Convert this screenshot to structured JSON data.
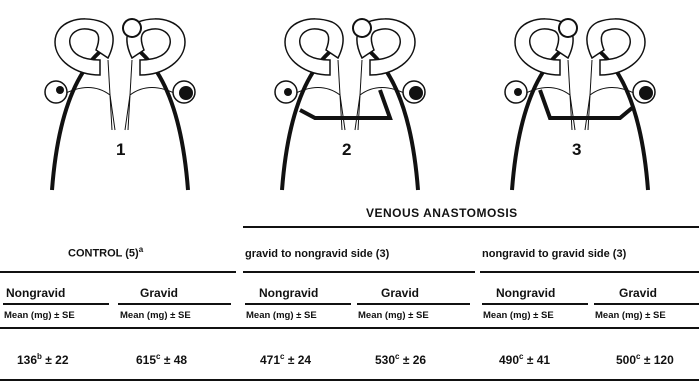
{
  "panels": [
    {
      "label": "1"
    },
    {
      "label": "2"
    },
    {
      "label": "3"
    }
  ],
  "table": {
    "venous_header": "VENOUS  ANASTOMOSIS",
    "control_header": {
      "text": "CONTROL (5)",
      "sup": "a"
    },
    "group2_header": "gravid to nongravid side (3)",
    "group3_header": "nongravid to gravid side (3)",
    "columns": [
      "Nongravid",
      "Gravid",
      "Nongravid",
      "Gravid",
      "Nongravid",
      "Gravid"
    ],
    "measure_label": "Mean (mg) ± SE",
    "cells": [
      {
        "value": "136",
        "sup": "b",
        "err": "± 22"
      },
      {
        "value": "615",
        "sup": "c",
        "err": "± 48"
      },
      {
        "value": "471",
        "sup": "c",
        "err": "± 24"
      },
      {
        "value": "530",
        "sup": "c",
        "err": "± 26"
      },
      {
        "value": "490",
        "sup": "c",
        "err": "± 41"
      },
      {
        "value": "500",
        "sup": "c",
        "err": "± 120"
      }
    ]
  }
}
